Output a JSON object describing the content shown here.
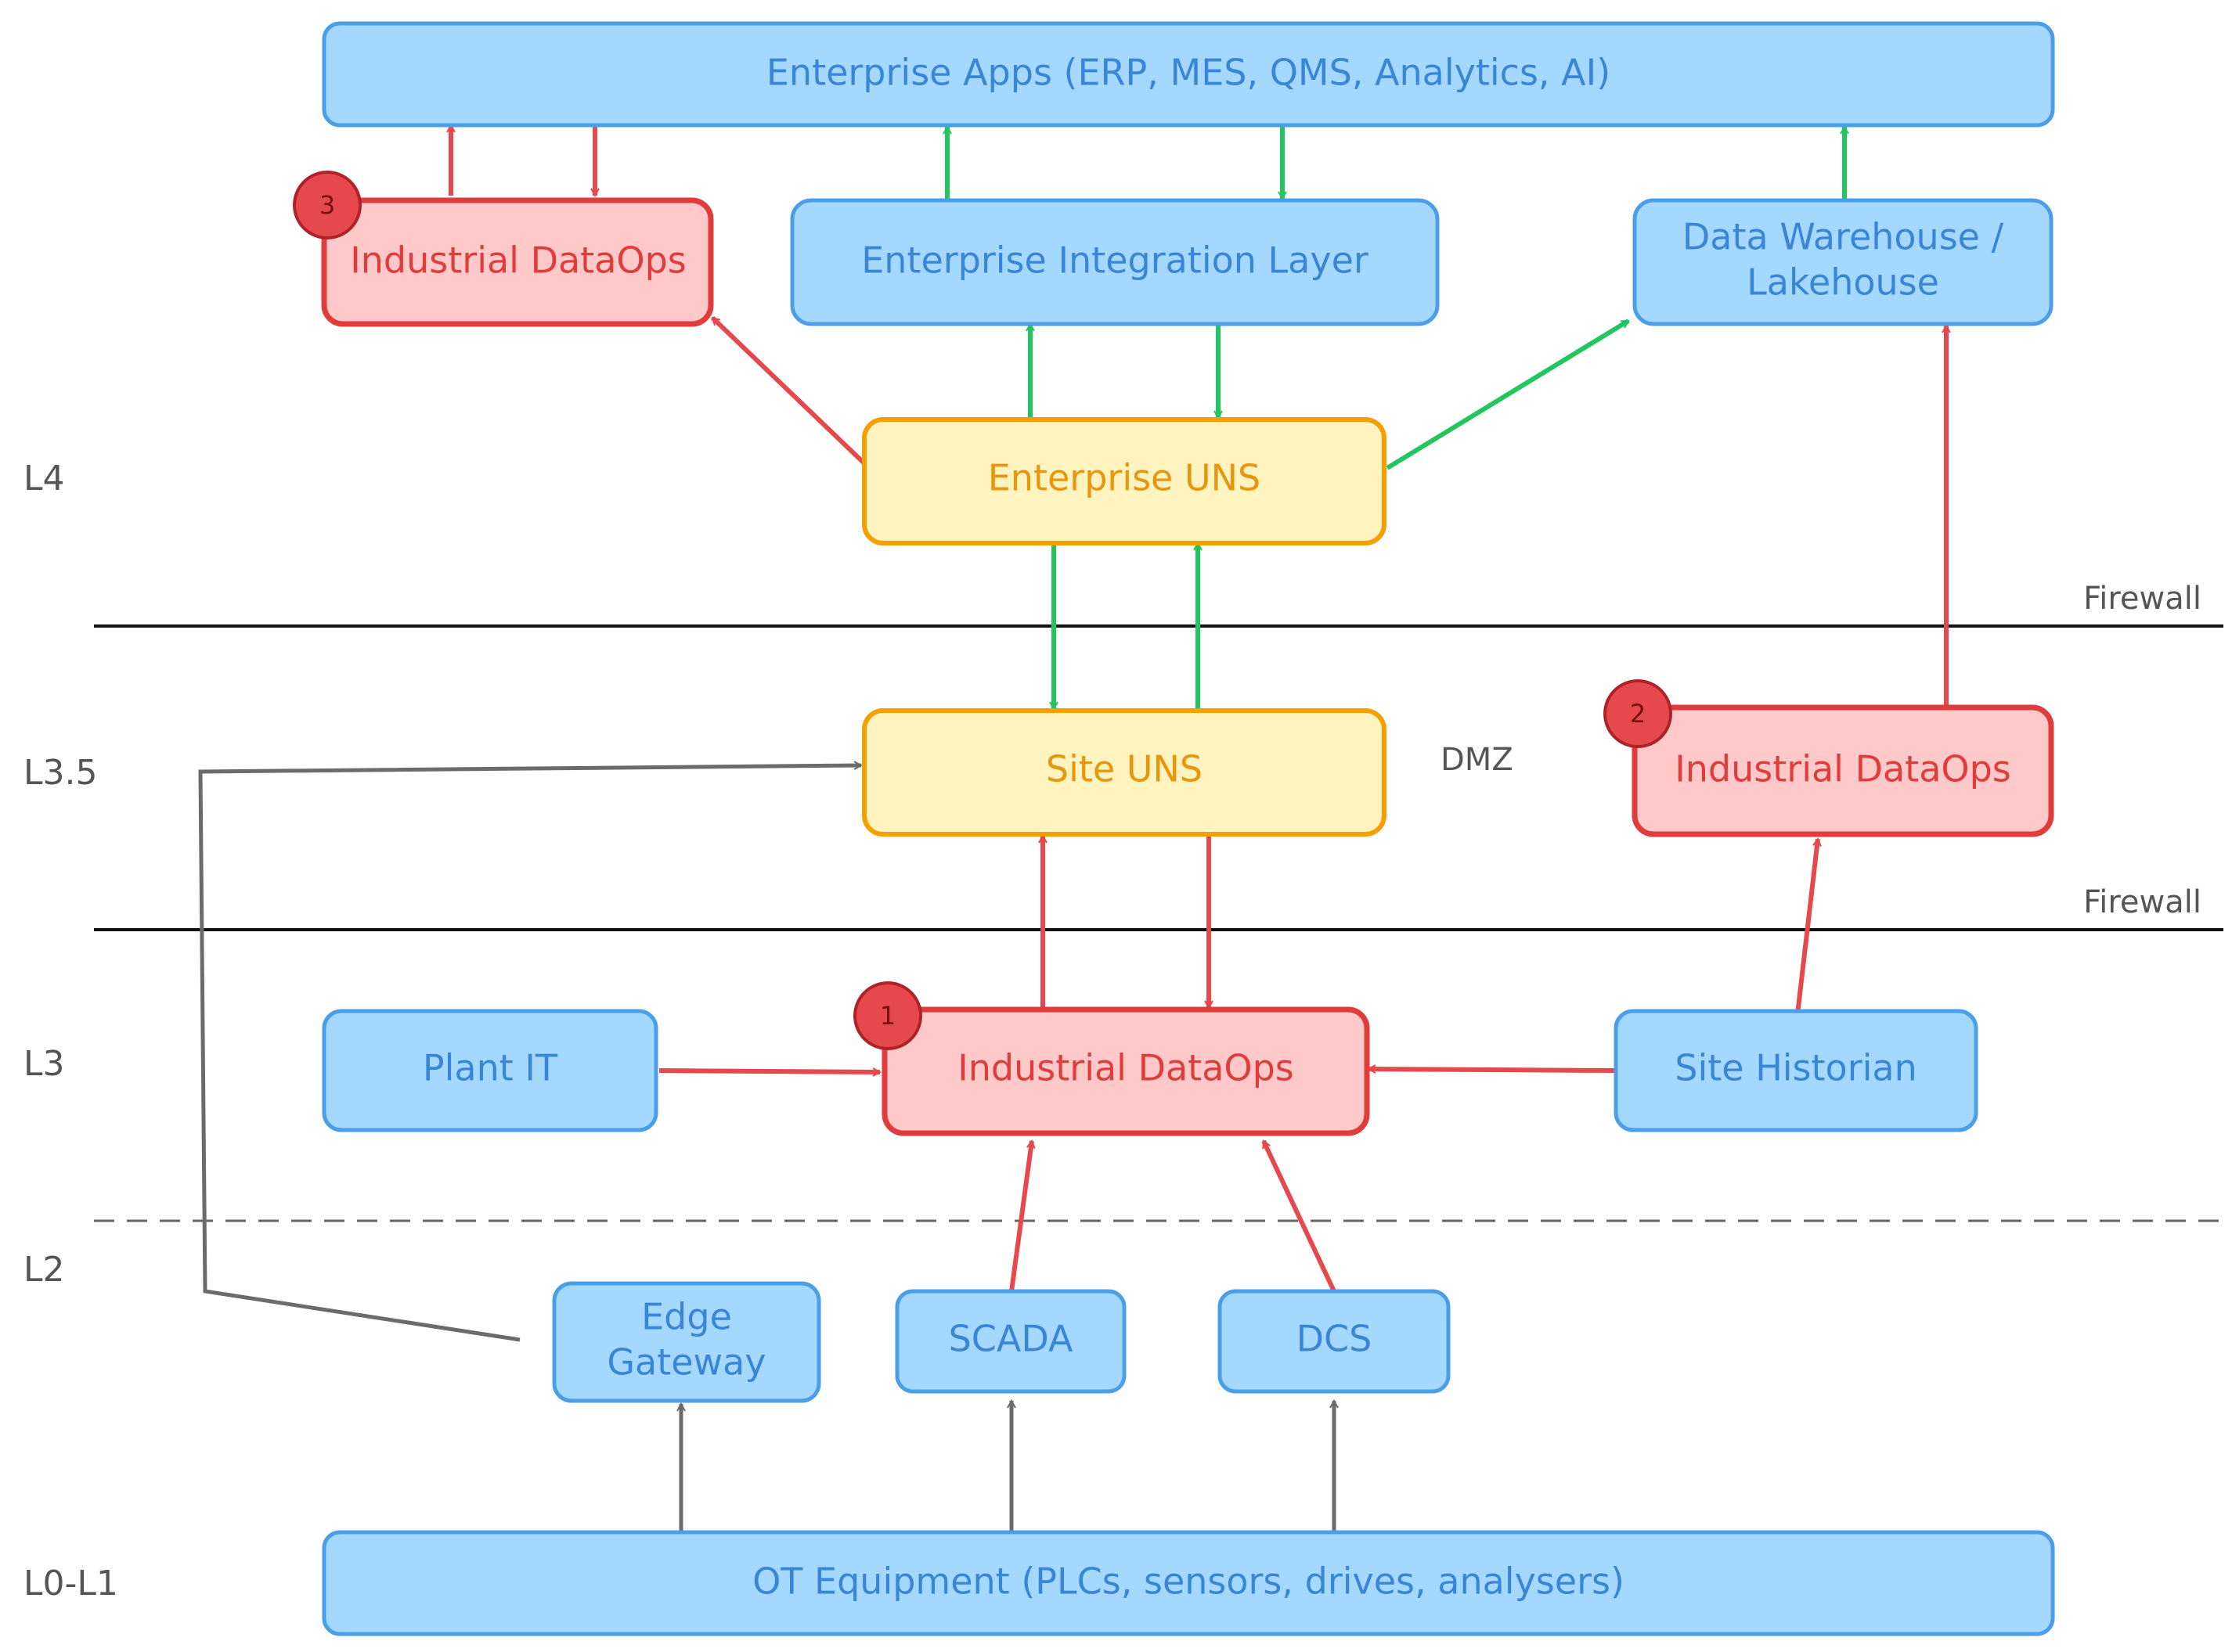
{
  "levels": {
    "l4": "L4",
    "l35": "L3.5",
    "l3": "L3",
    "l2": "L2",
    "l01": "L0-L1"
  },
  "zones": {
    "firewall_top": "Firewall",
    "firewall_bottom": "Firewall",
    "dmz": "DMZ"
  },
  "nodes": {
    "enterprise_apps": "Enterprise Apps  (ERP, MES, QMS, Analytics, AI)",
    "dataops_3": "Industrial DataOps",
    "enterprise_integration": "Enterprise Integration Layer",
    "data_warehouse_line1": "Data Warehouse /",
    "data_warehouse_line2": "Lakehouse",
    "enterprise_uns": "Enterprise UNS",
    "site_uns": "Site UNS",
    "dataops_2": "Industrial DataOps",
    "plant_it": "Plant IT",
    "dataops_1": "Industrial DataOps",
    "site_historian": "Site Historian",
    "edge_gateway_line1": "Edge",
    "edge_gateway_line2": "Gateway",
    "scada": "SCADA",
    "dcs": "DCS",
    "ot_equipment": "OT Equipment  (PLCs, sensors, drives, analysers)"
  },
  "badges": {
    "b1": "1",
    "b2": "2",
    "b3": "3"
  },
  "colors": {
    "blue_fill": "#a5d8ff",
    "blue_stroke": "#4a9fe8",
    "red_fill": "#ffc9c9",
    "red_stroke": "#e03c3c",
    "yellow_fill": "#fff3bf",
    "yellow_stroke": "#f59f00",
    "green_arrow": "#22c55e",
    "red_arrow": "#e5484d",
    "gray_arrow": "#6b6b6b"
  }
}
